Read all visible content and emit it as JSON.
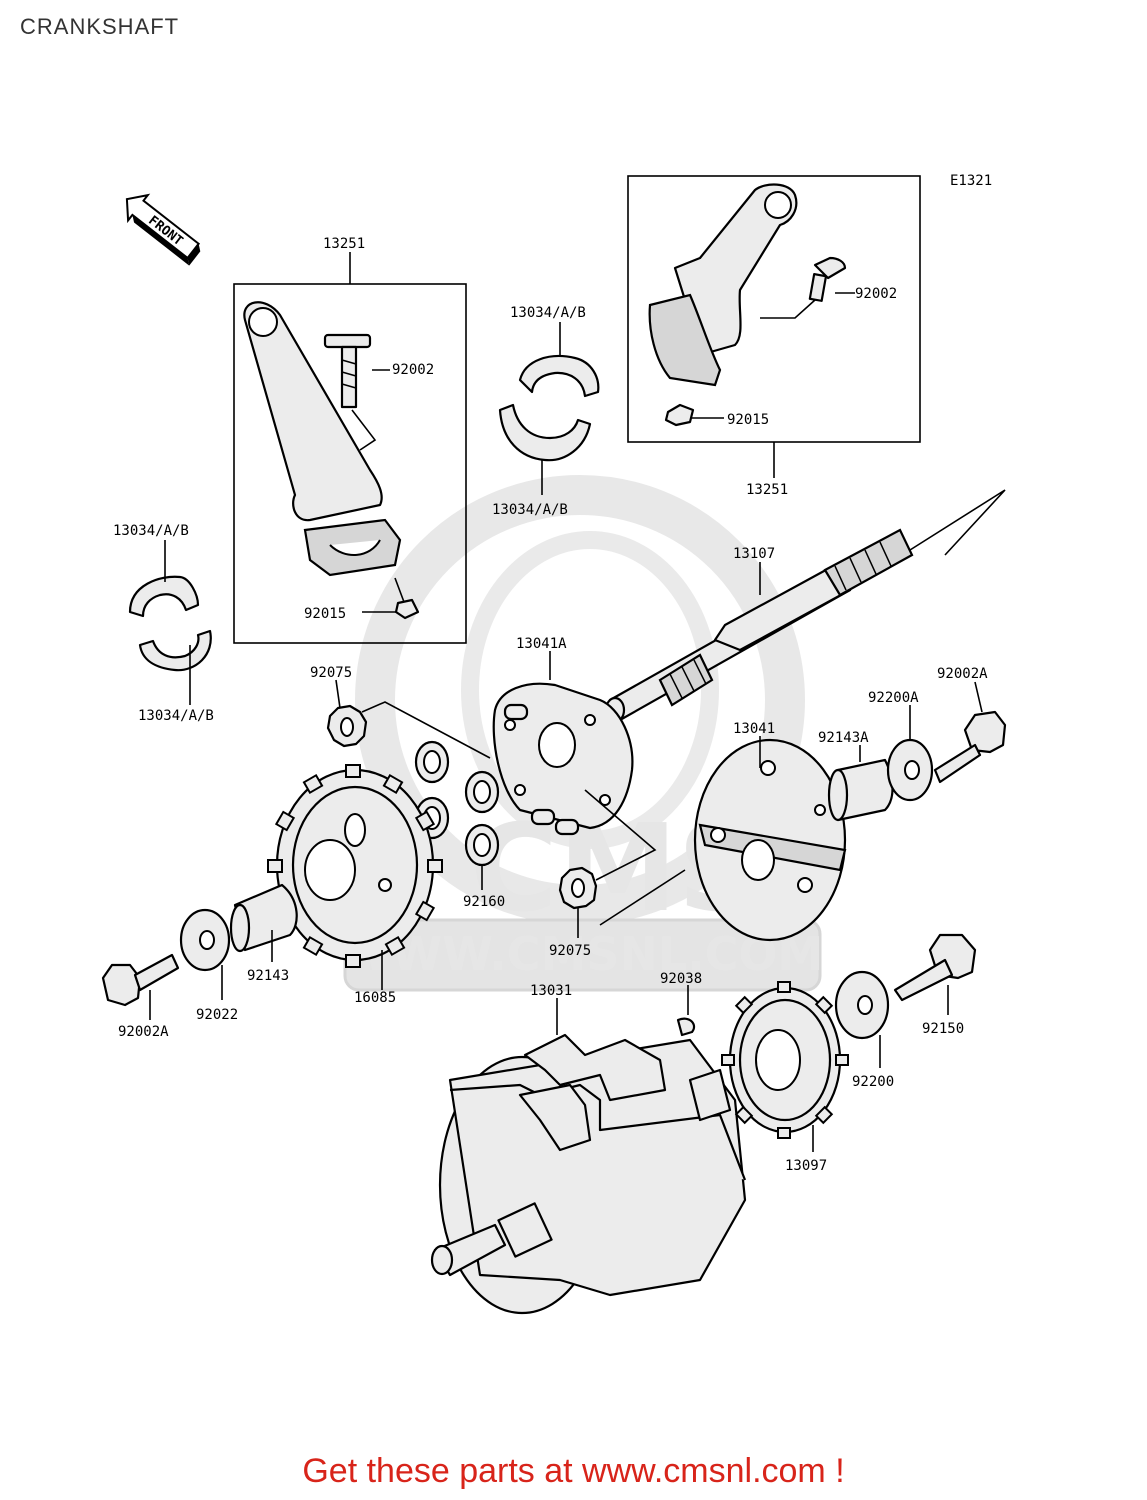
{
  "page": {
    "title": "CRANKSHAFT",
    "diagram_code": "E1321",
    "front_label": "FRONT"
  },
  "watermark": {
    "logo_text": "CMS",
    "url_text": "WWW.CMSNL.COM"
  },
  "promo": {
    "text": "Get these parts at www.cmsnl.com !",
    "color": "#d8241a"
  },
  "labels": {
    "rod_assy_left": "13251",
    "bolt_left": "92002",
    "nut_left": "92015",
    "bearing_top_left": "13034/A/B",
    "bearing_bottom_left": "13034/A/B",
    "bearing_upper_center": "13034/A/B",
    "bearing_lower_center": "13034/A/B",
    "bolt_right": "92002",
    "nut_right": "92015",
    "rod_assy_right": "13251",
    "shaft": "13107",
    "damper_hub": "13041A",
    "pinion_upper": "92075",
    "damper_housing": "13041",
    "collar_right": "92143A",
    "washer_right_top": "92200A",
    "bolt_right_top": "92002A",
    "damper_rubber": "92160",
    "pinion_lower": "92075",
    "collar_left": "92143",
    "sprocket": "16085",
    "washer_left": "92022",
    "bolt_left_bottom": "92002A",
    "crankshaft": "13031",
    "key": "92038",
    "gear": "13097",
    "washer_right_bottom": "92200",
    "bolt_right_bottom": "92150"
  }
}
